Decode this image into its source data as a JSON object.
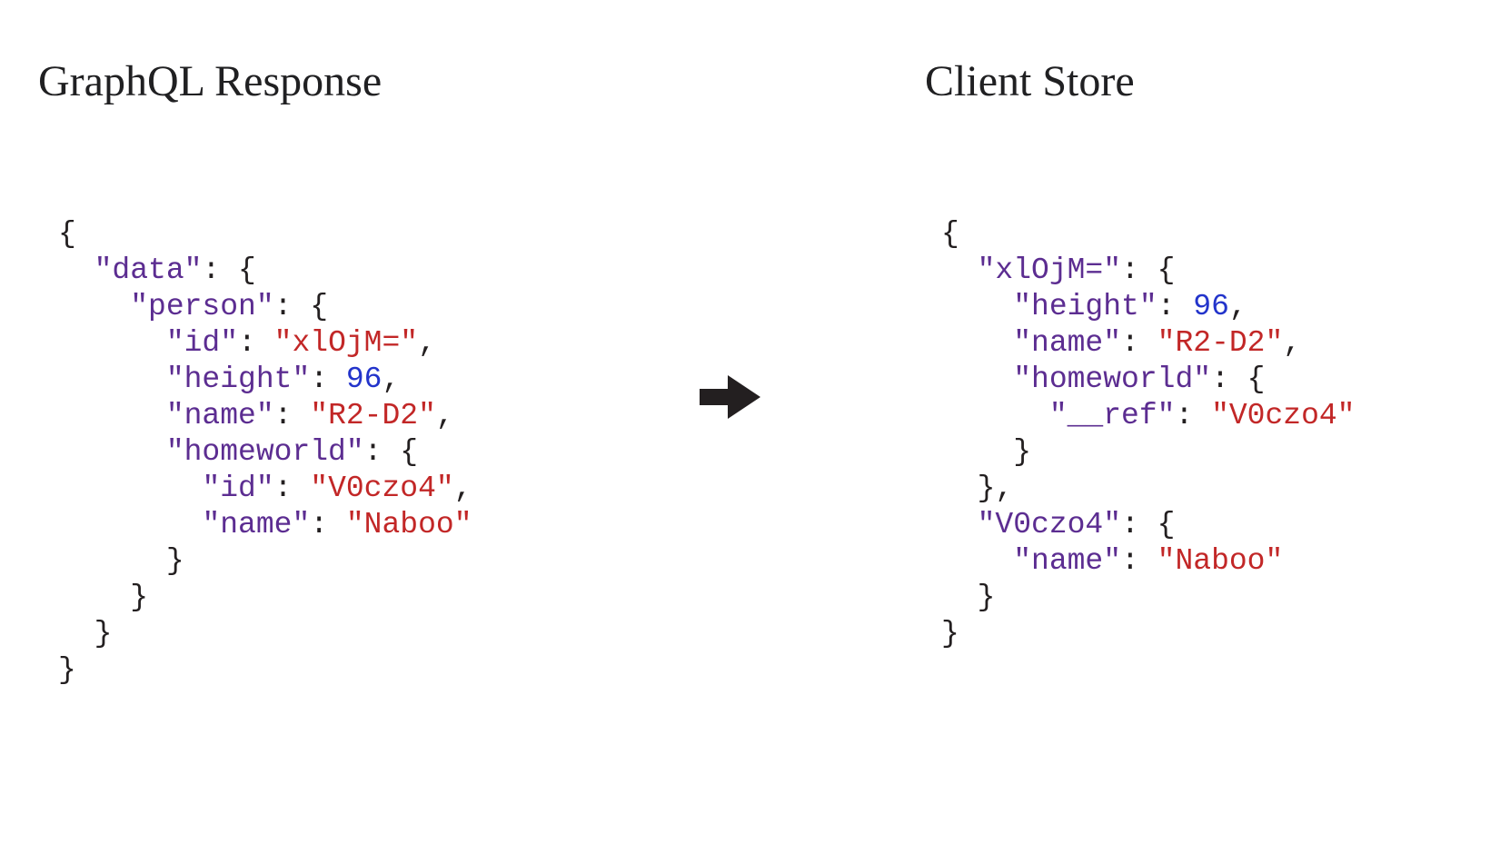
{
  "slide": {
    "background": "#ffffff"
  },
  "panels": [
    {
      "title": "GraphQL Response",
      "code_lines": [
        [
          [
            "pln",
            "{"
          ]
        ],
        [
          [
            "pln",
            "  "
          ],
          [
            "key",
            "\"data\""
          ],
          [
            "pln",
            ": {"
          ]
        ],
        [
          [
            "pln",
            "    "
          ],
          [
            "key",
            "\"person\""
          ],
          [
            "pln",
            ": {"
          ]
        ],
        [
          [
            "pln",
            "      "
          ],
          [
            "key",
            "\"id\""
          ],
          [
            "pln",
            ": "
          ],
          [
            "str",
            "\"xlOjM=\""
          ],
          [
            "pln",
            ","
          ]
        ],
        [
          [
            "pln",
            "      "
          ],
          [
            "key",
            "\"height\""
          ],
          [
            "pln",
            ": "
          ],
          [
            "num",
            "96"
          ],
          [
            "pln",
            ","
          ]
        ],
        [
          [
            "pln",
            "      "
          ],
          [
            "key",
            "\"name\""
          ],
          [
            "pln",
            ": "
          ],
          [
            "str",
            "\"R2-D2\""
          ],
          [
            "pln",
            ","
          ]
        ],
        [
          [
            "pln",
            "      "
          ],
          [
            "key",
            "\"homeworld\""
          ],
          [
            "pln",
            ": {"
          ]
        ],
        [
          [
            "pln",
            "        "
          ],
          [
            "key",
            "\"id\""
          ],
          [
            "pln",
            ": "
          ],
          [
            "str",
            "\"V0czo4\""
          ],
          [
            "pln",
            ","
          ]
        ],
        [
          [
            "pln",
            "        "
          ],
          [
            "key",
            "\"name\""
          ],
          [
            "pln",
            ": "
          ],
          [
            "str",
            "\"Naboo\""
          ]
        ],
        [
          [
            "pln",
            "      }"
          ]
        ],
        [
          [
            "pln",
            "    }"
          ]
        ],
        [
          [
            "pln",
            "  }"
          ]
        ],
        [
          [
            "pln",
            "}"
          ]
        ]
      ]
    },
    {
      "title": "Client Store",
      "code_lines": [
        [
          [
            "pln",
            "{"
          ]
        ],
        [
          [
            "pln",
            "  "
          ],
          [
            "key",
            "\"xlOjM=\""
          ],
          [
            "pln",
            ": {"
          ]
        ],
        [
          [
            "pln",
            "    "
          ],
          [
            "key",
            "\"height\""
          ],
          [
            "pln",
            ": "
          ],
          [
            "num",
            "96"
          ],
          [
            "pln",
            ","
          ]
        ],
        [
          [
            "pln",
            "    "
          ],
          [
            "key",
            "\"name\""
          ],
          [
            "pln",
            ": "
          ],
          [
            "str",
            "\"R2-D2\""
          ],
          [
            "pln",
            ","
          ]
        ],
        [
          [
            "pln",
            "    "
          ],
          [
            "key",
            "\"homeworld\""
          ],
          [
            "pln",
            ": {"
          ]
        ],
        [
          [
            "pln",
            "      "
          ],
          [
            "key",
            "\"__ref\""
          ],
          [
            "pln",
            ": "
          ],
          [
            "str",
            "\"V0czo4\""
          ]
        ],
        [
          [
            "pln",
            "    }"
          ]
        ],
        [
          [
            "pln",
            "  },"
          ]
        ],
        [
          [
            "pln",
            "  "
          ],
          [
            "key",
            "\"V0czo4\""
          ],
          [
            "pln",
            ": {"
          ]
        ],
        [
          [
            "pln",
            "    "
          ],
          [
            "key",
            "\"name\""
          ],
          [
            "pln",
            ": "
          ],
          [
            "str",
            "\"Naboo\""
          ]
        ],
        [
          [
            "pln",
            "  }"
          ]
        ],
        [
          [
            "pln",
            "}"
          ]
        ]
      ]
    }
  ],
  "arrow": {
    "icon": "right-arrow"
  },
  "colors": {
    "title": "#202022",
    "key": "#5c2d91",
    "string": "#c22727",
    "number": "#2334cb",
    "punctuation": "#231f20",
    "arrow": "#231f20"
  }
}
